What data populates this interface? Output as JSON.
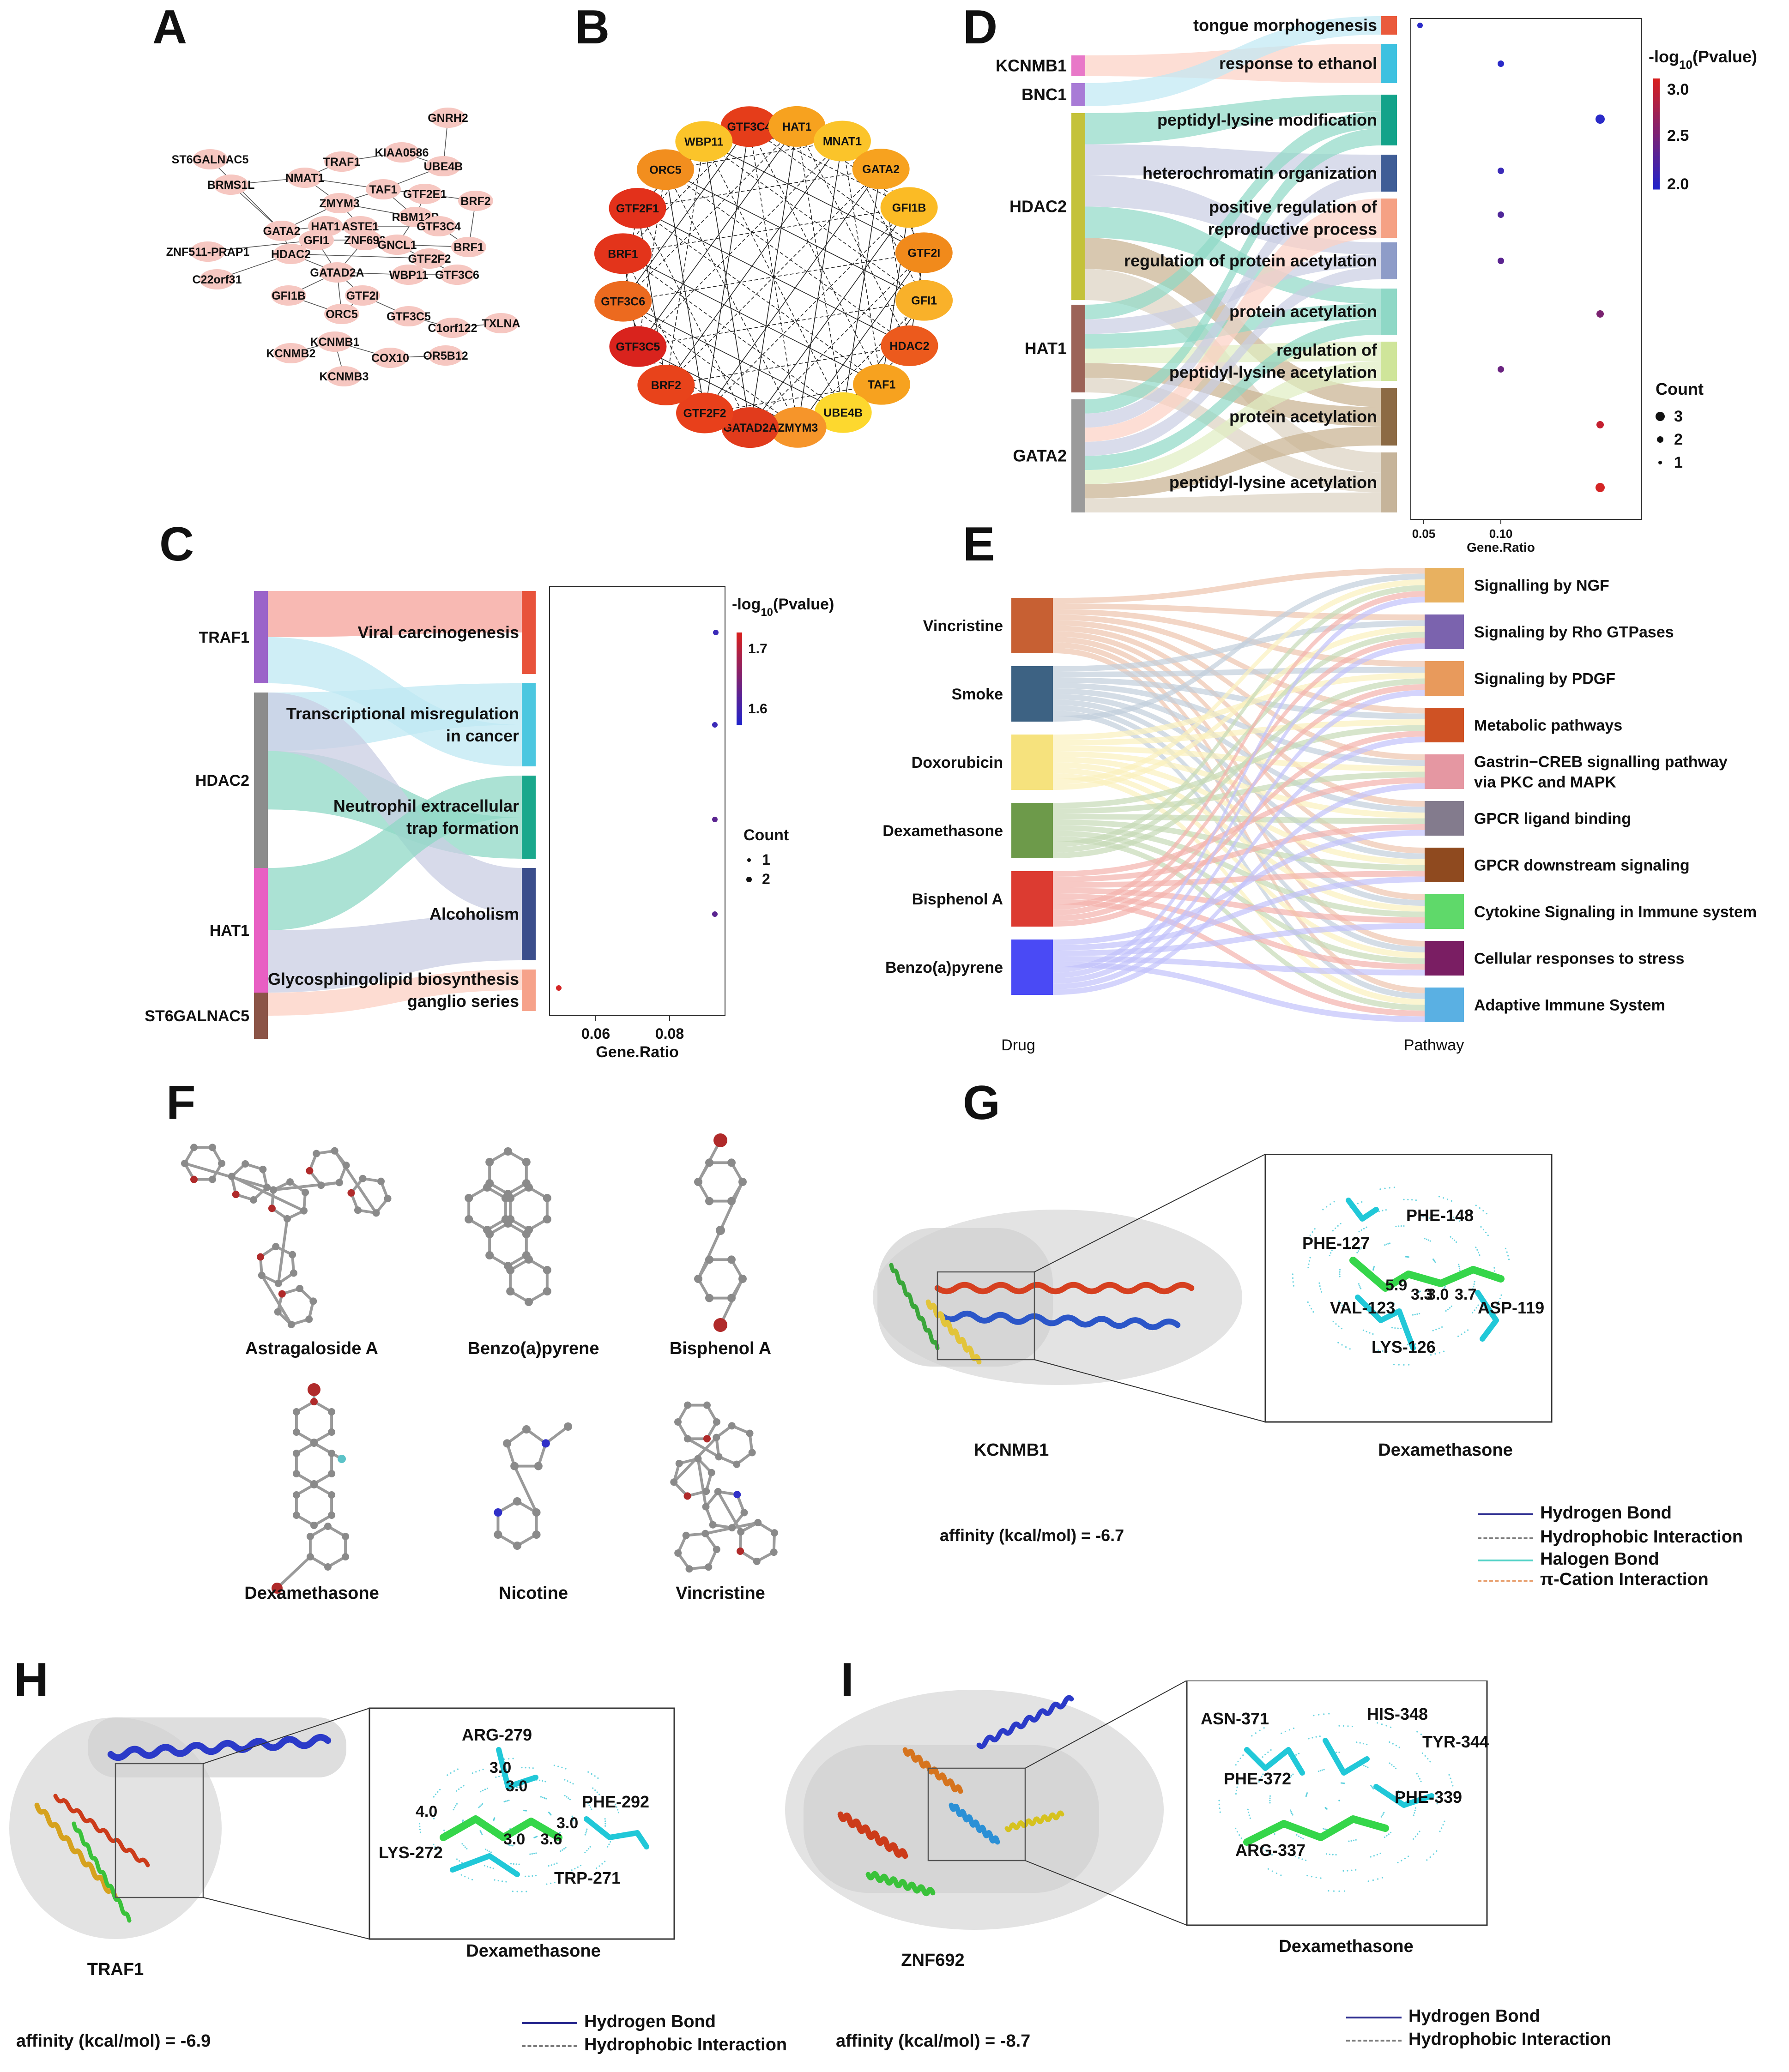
{
  "panels": {
    "A": {
      "letter": "A",
      "nodes": [
        "GNRH2",
        "ST6GALNAC5",
        "TRAF1",
        "KIAA0586",
        "UBE4B",
        "BRMS1L",
        "NMAT1",
        "TAF1",
        "GTF2E1",
        "BRF2",
        "ZMYM3",
        "RBM12B",
        "GATA2",
        "HAT1",
        "ASTE1",
        "GTF3C4",
        "ZNF511-PRAP1",
        "GFI1",
        "ZNF692",
        "GNCL1",
        "BRF1",
        "HDAC2",
        "GTF2F2",
        "C22orf31",
        "GATAD2A",
        "WBP11",
        "GTF3C6",
        "GFI1B",
        "GTF2I",
        "ORC5",
        "GTF3C5",
        "C1orf122",
        "TXLNA",
        "KCNMB1",
        "KCNMB2",
        "COX10",
        "OR5B12",
        "KCNMB3"
      ]
    },
    "B": {
      "letter": "B",
      "nodes": [
        "GTF3C4",
        "HAT1",
        "MNAT1",
        "GATA2",
        "GFI1B",
        "GTF2I",
        "GFI1",
        "HDAC2",
        "TAF1",
        "UBE4B",
        "ZMYM3",
        "GATAD2A",
        "GTF2F2",
        "BRF2",
        "GTF3C5",
        "GTF3C6",
        "BRF1",
        "GTF2F1",
        "ORC5",
        "WBP11"
      ],
      "colors": [
        "#e53d1a",
        "#f7a21f",
        "#fbc42a",
        "#f7a21f",
        "#fbbb25",
        "#f18a1b",
        "#f9b12a",
        "#ec5a1d",
        "#f7a21f",
        "#fdd82e",
        "#f6952a",
        "#e13b1c",
        "#e8401b",
        "#e8431b",
        "#d9231d",
        "#ec6a1f",
        "#e3341b",
        "#e3311b",
        "#f28e1e",
        "#fbc42a"
      ]
    },
    "C": {
      "letter": "C",
      "genes": [
        "TRAF1",
        "HDAC2",
        "HAT1",
        "ST6GALNAC5"
      ],
      "gene_colors": [
        "#9b63c9",
        "#8c8c8c",
        "#e85fc3",
        "#8b5447"
      ],
      "pathways": [
        "Viral carcinogenesis",
        "Transcriptional misregulation in cancer",
        "Neutrophil extracellular trap formation",
        "Alcoholism",
        "Glycosphingolipid biosynthesis - ganglio series"
      ],
      "pathway_label_lines": [
        [
          "Viral carcinogenesis"
        ],
        [
          "Transcriptional misregulation",
          "in cancer"
        ],
        [
          "Neutrophil extracellular",
          "trap formation"
        ],
        [
          "Alcoholism"
        ],
        [
          "Glycosphingolipid biosynthesis",
          "ganglio series"
        ]
      ],
      "pathway_colors": [
        "#e8533b",
        "#4cc7e0",
        "#1aa88c",
        "#3b4e8c",
        "#f6a28a"
      ],
      "legend_title": "-log10(Pvalue)",
      "legend_title_main": "-log",
      "legend_title_sub": "10",
      "legend_title_rest": "(Pvalue)",
      "color_ticks": [
        "1.7",
        "1.6"
      ],
      "count_title": "Count",
      "count_levels": [
        "1",
        "2"
      ],
      "xlabel": "Gene.Ratio",
      "xticks": [
        "0.06",
        "0.08"
      ]
    },
    "D": {
      "letter": "D",
      "genes": [
        "KCNMB1",
        "BNC1",
        "HDAC2",
        "HAT1",
        "GATA2"
      ],
      "gene_colors": [
        "#e878c8",
        "#a87bd6",
        "#c4c23a",
        "#9c6358",
        "#9b9b9b"
      ],
      "terms": [
        "tongue morphogenesis",
        "response to ethanol",
        "peptidyl-lysine modification",
        "heterochromatin organization",
        "positive regulation of reproductive process",
        "regulation of protein acetylation",
        "protein acetylation",
        "regulation of peptidyl-lysine acetylation",
        "protein acetylation",
        "peptidyl-lysine acetylation"
      ],
      "term_label_lines": [
        [
          "tongue morphogenesis"
        ],
        [
          "response to ethanol"
        ],
        [
          "peptidyl-lysine modification"
        ],
        [
          "heterochromatin organization"
        ],
        [
          "positive regulation of",
          "reproductive process"
        ],
        [
          "regulation of protein acetylation"
        ],
        [
          "protein acetylation"
        ],
        [
          "regulation of",
          "peptidyl-lysine acetylation"
        ],
        [
          "protein acetylation"
        ],
        [
          "peptidyl-lysine acetylation"
        ]
      ],
      "term_colors": [
        "#ea5a3c",
        "#3ec1e0",
        "#13a38a",
        "#3f5d96",
        "#f5a184",
        "#8e9cc8",
        "#8fd8c6",
        "#cfe59a",
        "#8c6a44",
        "#c6b49a"
      ],
      "legend_title_main": "-log",
      "legend_title_sub": "10",
      "legend_title_rest": "(Pvalue)",
      "color_ticks": [
        "3.0",
        "2.5",
        "2.0"
      ],
      "count_title": "Count",
      "count_levels": [
        "3",
        "2",
        "1"
      ],
      "xlabel": "Gene.Ratio",
      "xticks": [
        "0.05",
        "0.10"
      ]
    },
    "E": {
      "letter": "E",
      "drugs": [
        "Vincristine",
        "Smoke",
        "Doxorubicin",
        "Dexamethasone",
        "Bisphenol A",
        "Benzo(a)pyrene"
      ],
      "drug_colors": [
        "#c76033",
        "#3d6283",
        "#f6e27d",
        "#6d9a4a",
        "#dc3b31",
        "#4a4af5"
      ],
      "pathways": [
        "Signalling by NGF",
        "Signaling by Rho GTPases",
        "Signaling by PDGF",
        "Metabolic pathways",
        "Gastrin-CREB signalling pathway via PKC and MAPK",
        "GPCR ligand binding",
        "GPCR downstream signaling",
        "Cytokine Signaling in Immune system",
        "Cellular responses to stress",
        "Adaptive Immune System"
      ],
      "pathway_label_lines": [
        [
          "Signalling by NGF"
        ],
        [
          "Signaling by Rho GTPases"
        ],
        [
          "Signaling by PDGF"
        ],
        [
          "Metabolic pathways"
        ],
        [
          "Gastrin−CREB signalling pathway",
          "via PKC and MAPK"
        ],
        [
          "GPCR ligand binding"
        ],
        [
          "GPCR downstream signaling"
        ],
        [
          "Cytokine Signaling in Immune system"
        ],
        [
          "Cellular responses to stress"
        ],
        [
          "Adaptive Immune System"
        ]
      ],
      "pathway_colors": [
        "#e8b160",
        "#7b63ae",
        "#e89a5c",
        "#cf5224",
        "#e597a2",
        "#837b8d",
        "#8f4a1f",
        "#5fd96a",
        "#7a1e63",
        "#5ab0e3"
      ],
      "xlabel_left": "Drug",
      "xlabel_right": "Pathway"
    },
    "F": {
      "letter": "F",
      "molecules": [
        "Astragaloside A",
        "Benzo(a)pyrene",
        "Bisphenol A",
        "Dexamethasone",
        "Nicotine",
        "Vincristine"
      ]
    },
    "G": {
      "letter": "G",
      "protein": "KCNMB1",
      "ligand": "Dexamethasone",
      "residues": [
        "PHE-148",
        "PHE-127",
        "VAL-123",
        "ASP-119",
        "LYS-126"
      ],
      "distances": [
        "5.9",
        "3.3",
        "3.0",
        "3.7"
      ],
      "affinity": "affinity (kcal/mol) = -6.7",
      "legend": [
        "Hydrogen Bond",
        "Hydrophobic Interaction",
        "Halogen Bond",
        "π-Cation Interaction"
      ],
      "legend_colors": [
        "#2b2b8f",
        "#7a7a7a",
        "#4fd1c5",
        "#e8a070"
      ]
    },
    "H": {
      "letter": "H",
      "protein": "TRAF1",
      "ligand": "Dexamethasone",
      "residues": [
        "ARG-279",
        "PHE-292",
        "LYS-272",
        "TRP-271"
      ],
      "distances": [
        "3.0",
        "3.0",
        "4.0",
        "3.0",
        "3.0",
        "3.6"
      ],
      "affinity": "affinity (kcal/mol) = -6.9",
      "legend": [
        "Hydrogen Bond",
        "Hydrophobic Interaction"
      ],
      "legend_colors": [
        "#2b2b8f",
        "#7a7a7a"
      ]
    },
    "I": {
      "letter": "I",
      "protein": "ZNF692",
      "ligand": "Dexamethasone",
      "residues": [
        "ASN-371",
        "HIS-348",
        "TYR-344",
        "PHE-372",
        "PHE-339",
        "ARG-337"
      ],
      "affinity": "affinity (kcal/mol) = -8.7",
      "legend": [
        "Hydrogen Bond",
        "Hydrophobic Interaction"
      ],
      "legend_colors": [
        "#2b2b8f",
        "#7a7a7a"
      ]
    }
  }
}
